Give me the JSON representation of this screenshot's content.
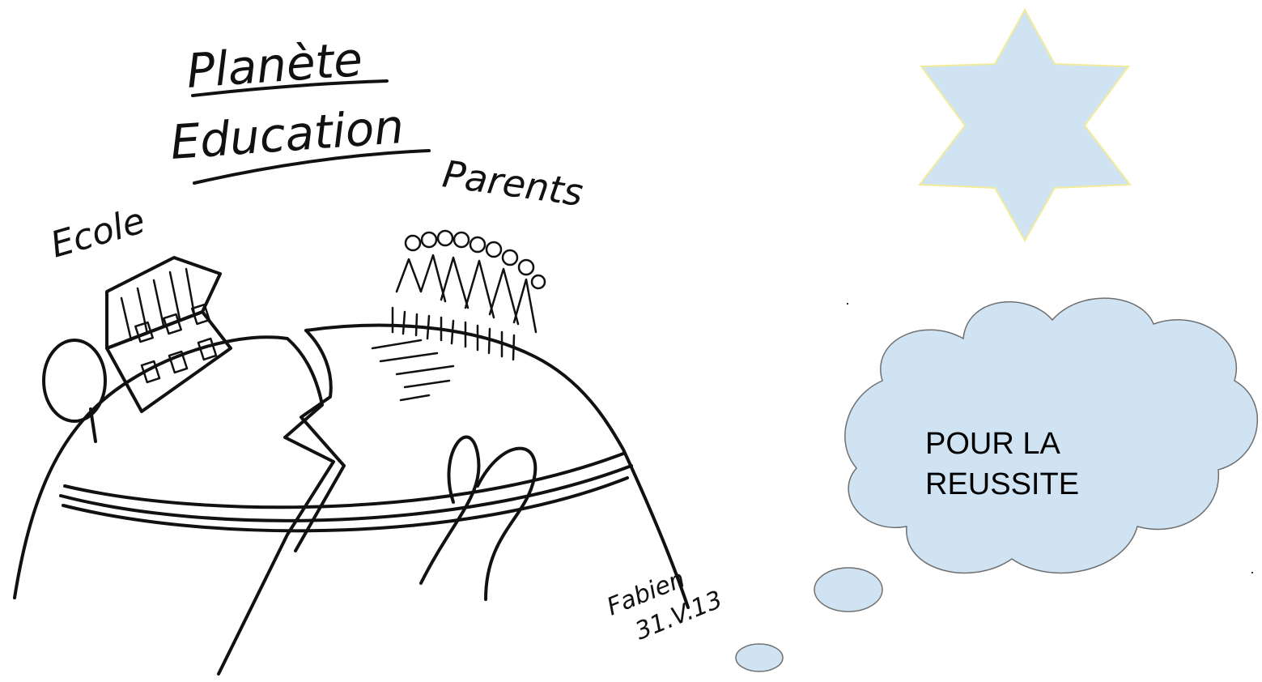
{
  "drawing": {
    "title_line1": "Planète",
    "title_line2": "Education",
    "label_left": "Ecole",
    "label_right": "Parents",
    "signature_name": "Fabien",
    "signature_date": "31.V.13"
  },
  "thought_bubble": {
    "line1": "POUR LA",
    "line2": "REUSSITE"
  },
  "colors": {
    "star_fill": "#cfe3f2",
    "star_stroke": "#f2ec9a",
    "cloud_fill": "#cfe3f2",
    "cloud_stroke": "#6f6f6f",
    "ink": "#111111"
  }
}
